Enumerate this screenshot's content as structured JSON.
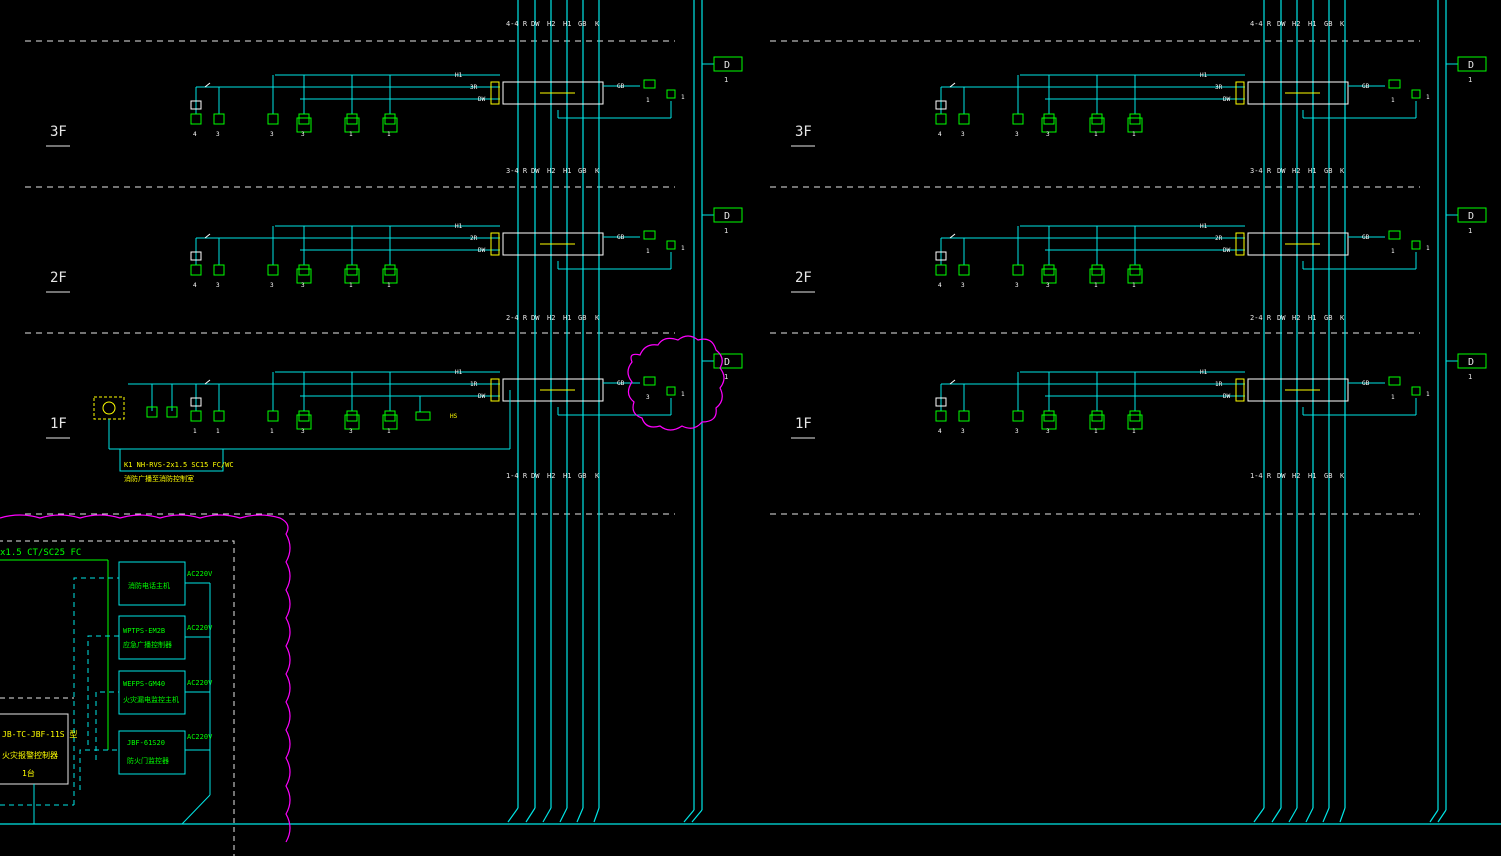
{
  "colors": {
    "background": "#000000",
    "wire": "#00E5E5",
    "device": "#00FF00",
    "white": "#FFFFFF",
    "yellow": "#FFFF00",
    "magenta": "#FF00FF"
  },
  "floors": [
    {
      "label": "3F"
    },
    {
      "label": "2F"
    },
    {
      "label": "1F"
    }
  ],
  "trunk_labels": {
    "top": [
      "4-4 R",
      "DW",
      "H2",
      "H1",
      "GB",
      "K"
    ],
    "f3": [
      "3-4 R",
      "DW",
      "H2",
      "H1",
      "GB",
      "K"
    ],
    "f2": [
      "2-4 R",
      "DW",
      "H2",
      "H1",
      "GB",
      "K"
    ],
    "f1": [
      "1-4 R",
      "DW",
      "H2",
      "H1",
      "GB",
      "K"
    ]
  },
  "branch_tags": {
    "h1": "H1",
    "r3": "3R",
    "r2": "2R",
    "r1": "1R",
    "dw": "DW",
    "gb": "GB",
    "k": "K",
    "hs": "HS"
  },
  "riser_box": "D",
  "riser_count": "1",
  "device_counts": {
    "left_f3": [
      "4",
      "3",
      "3",
      "3",
      "1",
      "1"
    ],
    "left_f2": [
      "4",
      "3",
      "3",
      "3",
      "1",
      "1"
    ],
    "left_f1": [
      "1",
      "1",
      "1",
      "3",
      "3",
      "1",
      "3",
      "1"
    ],
    "right_f3": [
      "4",
      "3",
      "3",
      "3",
      "1",
      "1"
    ],
    "right_f2": [
      "4",
      "3",
      "3",
      "3",
      "1",
      "1"
    ],
    "right_f1": [
      "4",
      "3",
      "3",
      "3",
      "1",
      "1"
    ]
  },
  "legend_box": {
    "cable_line1": "K1 NH-RVS-2x1.5 SC15 FC/WC",
    "cable_line2": "消防广播至消防控制室"
  },
  "control_room": {
    "cable_spec": "x1.5 CT/SC25 FC",
    "units": [
      {
        "model": "",
        "name": "消防电话主机",
        "power": "AC220V"
      },
      {
        "model": "WPTPS-EM2B",
        "name": "应急广播控制器",
        "power": "AC220V"
      },
      {
        "model": "WEFPS-GM40",
        "name": "火灾漏电监控主机",
        "power": "AC220V"
      },
      {
        "model": "JBF-61S20",
        "name": "防火门监控器",
        "power": "AC220V"
      }
    ],
    "main_panel": {
      "model": "JB-TC-JBF-11S 型",
      "name": "火灾报警控制器",
      "qty": "1台"
    }
  }
}
